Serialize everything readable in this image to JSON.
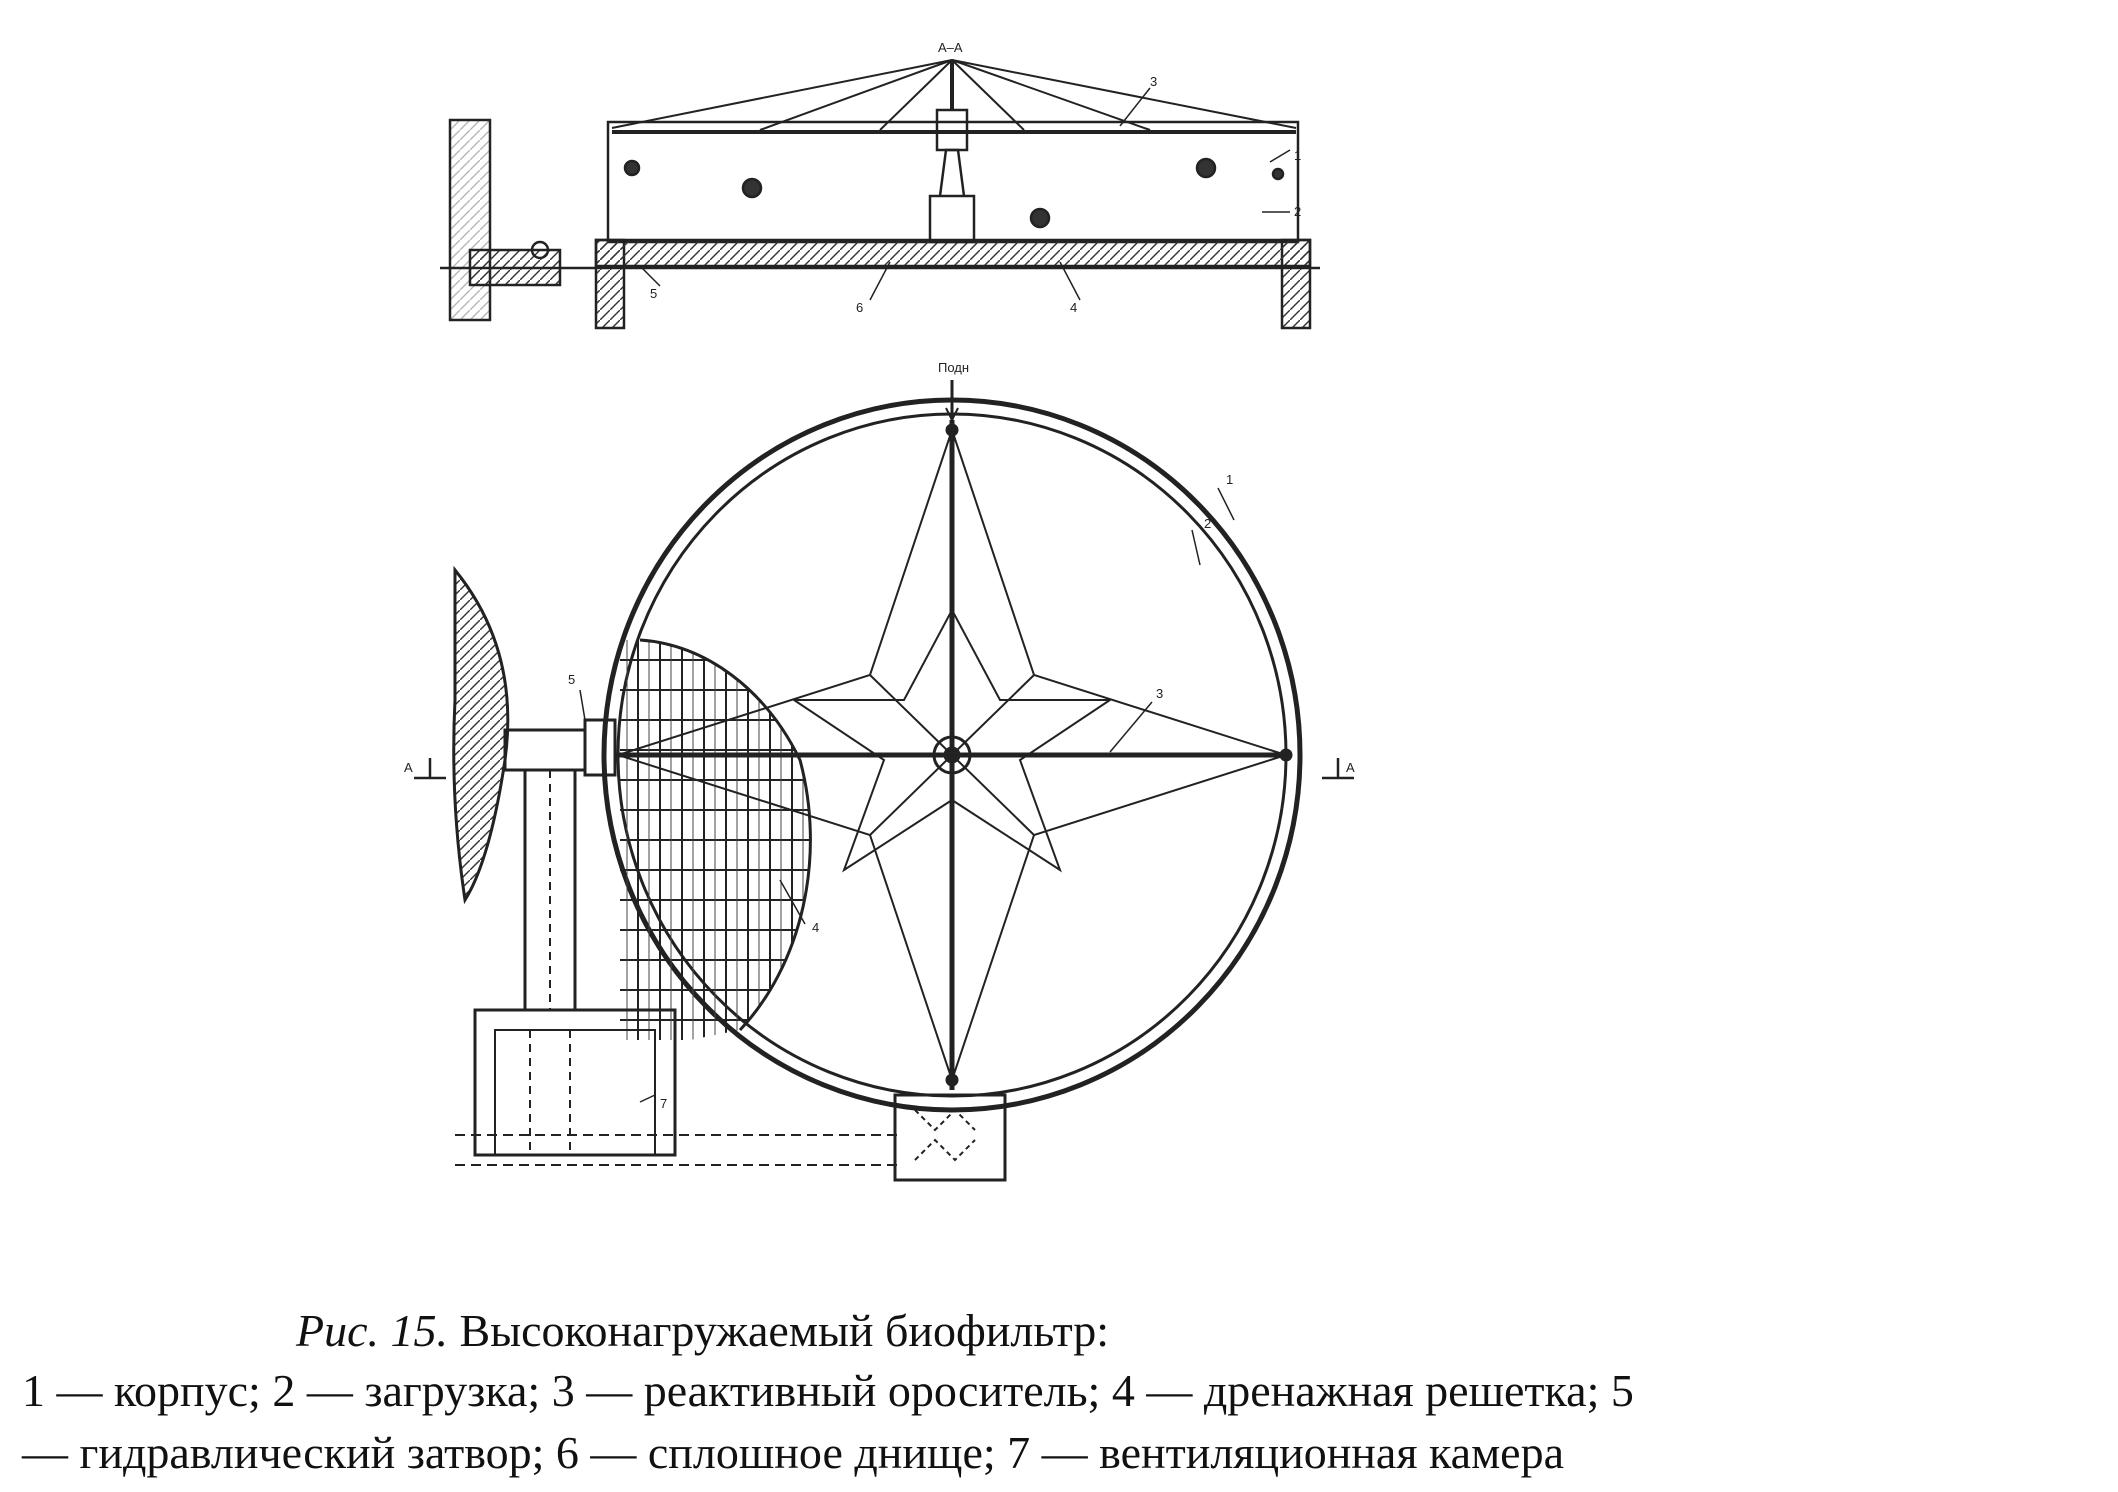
{
  "labels": {
    "section": "А–А",
    "feed": "Подн",
    "cut_left": "А",
    "cut_right": "А",
    "n1": "1",
    "n2": "2",
    "n3": "3",
    "n4": "4",
    "n5": "5",
    "n6": "6",
    "n7": "7"
  },
  "caption": {
    "figure_ref": "Рис. 15.",
    "title": " Высоконагружаемый биофильтр:",
    "line1": "1 — корпус; 2 — загрузка; 3 — реактивный ороситель; 4 — дренажная решетка; 5",
    "line2": "— гидравлический затвор; 6 — сплошное днище; 7 — вентиляционная камера"
  }
}
